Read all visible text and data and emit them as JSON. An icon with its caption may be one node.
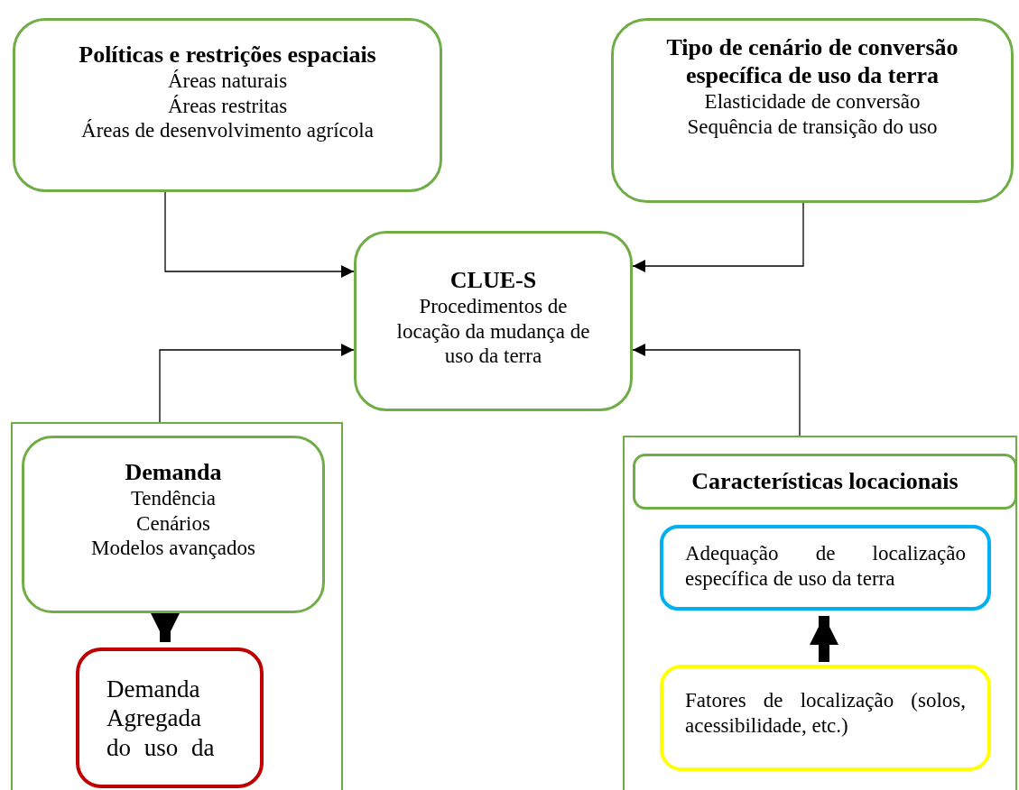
{
  "diagram": {
    "nodes": [
      {
        "text": [
          "Políticas e restrições espaciais",
          "Áreas naturais",
          "Áreas restritas",
          "Áreas de desenvolvimento agrícola"
        ]
      },
      {
        "text": [
          "Tipo de cenário de conversão específica de uso da terra",
          "Elasticidade de conversão",
          "Sequência de transição do uso"
        ]
      },
      {
        "text": [
          "CLUE-S",
          "Procedimentos de locação da mudança de uso da terra"
        ]
      },
      {
        "text": [],
        "shape": "box"
      },
      {
        "text": [
          "Demanda",
          "Tendência",
          "Cenários",
          "Modelos avançados"
        ],
        "in": 3
      },
      {
        "text": [
          "Demanda Agregada do uso da"
        ],
        "in": 3
      },
      {
        "text": [],
        "shape": "box"
      },
      {
        "text": [
          "Características locacionais"
        ],
        "in": 6
      },
      {
        "text": [
          "Adequação de localização específica de uso da terra"
        ],
        "in": 6
      },
      {
        "text": [
          "Fatores de localização (solos, acessibilidade, etc.)"
        ],
        "in": 6
      }
    ],
    "edges": [
      {
        "from": 0,
        "to": 2,
        "arrow": "to"
      },
      {
        "from": 1,
        "to": 2,
        "arrow": "to"
      },
      {
        "from": 3,
        "to": 2,
        "arrow": "to"
      },
      {
        "from": 6,
        "to": 2,
        "arrow": "to"
      },
      {
        "from": 4,
        "to": 5,
        "arrow": "to",
        "style": "thick"
      },
      {
        "from": 9,
        "to": 8,
        "arrow": "to",
        "style": "thick"
      }
    ]
  }
}
